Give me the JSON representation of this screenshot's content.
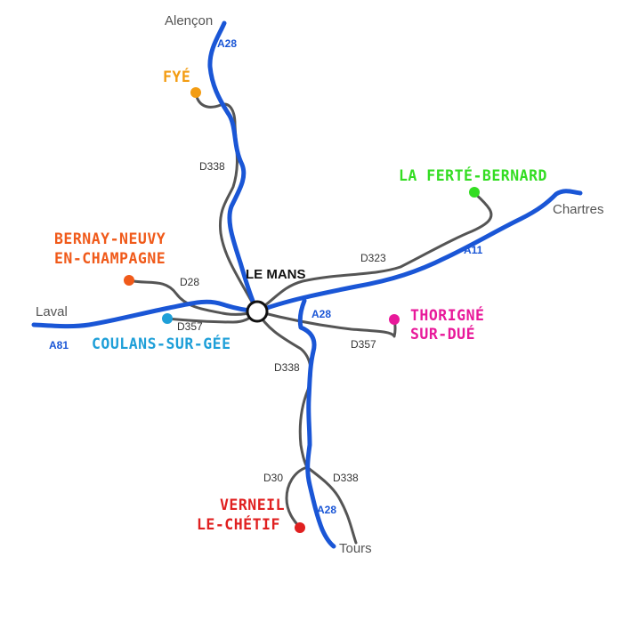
{
  "center": {
    "label": "LE MANS"
  },
  "cities": {
    "alencon": "Alençon",
    "chartres": "Chartres",
    "laval": "Laval",
    "tours": "Tours"
  },
  "motorways": {
    "a28_north": "A28",
    "a28_center": "A28",
    "a28_south": "A28",
    "a11": "A11",
    "a81": "A81"
  },
  "roads": {
    "d338_north": "D338",
    "d338_center": "D338",
    "d338_south": "D338",
    "d323": "D323",
    "d28": "D28",
    "d357_west": "D357",
    "d357_east": "D357",
    "d30": "D30"
  },
  "places": {
    "fye": {
      "line1": "FYÉ",
      "color": "#f39c12"
    },
    "la_ferte_bernard": {
      "line1": "LA FERTÉ-BERNARD",
      "color": "#33dd22"
    },
    "bernay_neuvy": {
      "line1": "BERNAY-NEUVY",
      "line2": "EN-CHAMPAGNE",
      "color": "#f05a1a"
    },
    "coulans": {
      "line1": "COULANS-SUR-GÉE",
      "color": "#1e9fd8"
    },
    "thorigne": {
      "line1": "THORIGNÉ",
      "line2": "SUR-DUÉ",
      "color": "#e8199a"
    },
    "verneil": {
      "line1": "VERNEIL",
      "line2": "LE-CHÉTIF",
      "color": "#e02020"
    }
  },
  "colors": {
    "motorway": "#1a56d6",
    "road": "#555555"
  }
}
